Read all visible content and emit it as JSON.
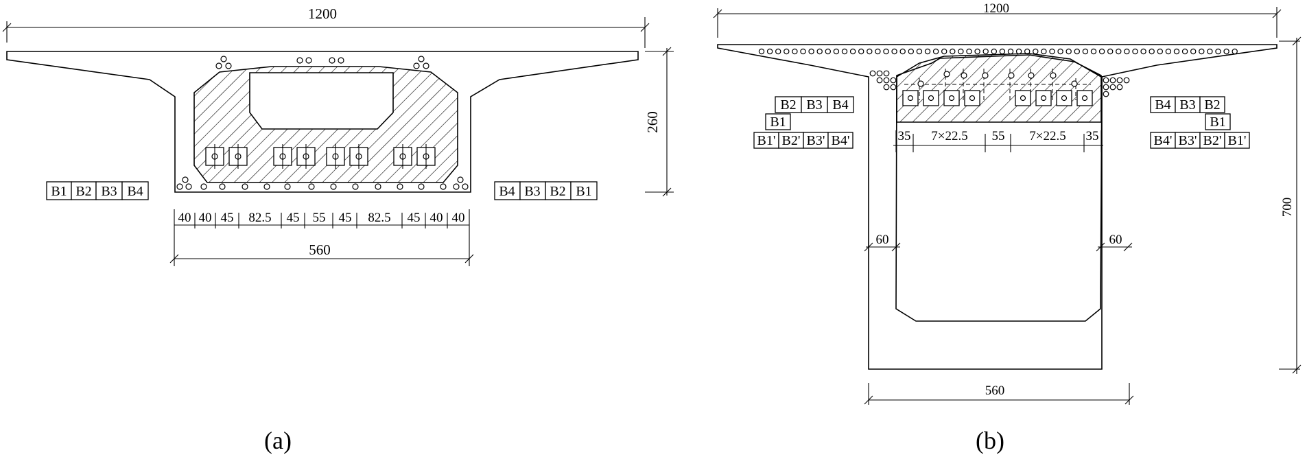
{
  "panel_a": {
    "caption": "(a)",
    "overall_width": "1200",
    "height": "260",
    "bottom_width": "560",
    "bottom_spacing": [
      "40",
      "40",
      "45",
      "82.5",
      "45",
      "55",
      "45",
      "82.5",
      "45",
      "40",
      "40"
    ],
    "left_tendons": [
      "B1",
      "B2",
      "B3",
      "B4"
    ],
    "right_tendons": [
      "B4",
      "B3",
      "B2",
      "B1"
    ]
  },
  "panel_b": {
    "caption": "(b)",
    "overall_width": "1200",
    "height": "700",
    "bottom_width": "560",
    "web_left": "60",
    "web_right": "60",
    "top_spacing": [
      "35",
      "7×22.5",
      "55",
      "7×22.5",
      "35"
    ],
    "left_top_row": [
      "B2",
      "B3",
      "B4"
    ],
    "left_mid": "B1",
    "left_bottom_row": [
      "B1'",
      "B2'",
      "B3'",
      "B4'"
    ],
    "right_top_row": [
      "B4",
      "B3",
      "B2"
    ],
    "right_mid": "B1",
    "right_bottom_row": [
      "B4'",
      "B3'",
      "B2'",
      "B1'"
    ]
  }
}
